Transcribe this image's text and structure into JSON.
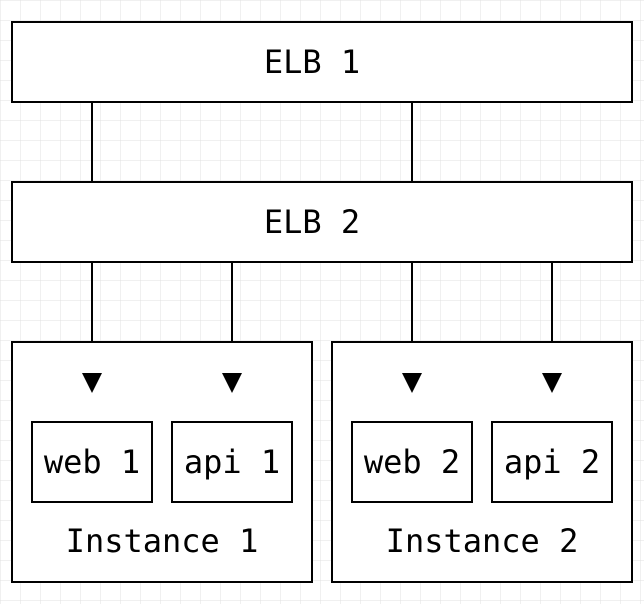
{
  "diagram": {
    "nodes": {
      "elb1": {
        "label": "ELB 1"
      },
      "elb2": {
        "label": "ELB 2"
      },
      "web1": {
        "label": "web 1"
      },
      "api1": {
        "label": "api 1"
      },
      "web2": {
        "label": "web 2"
      },
      "api2": {
        "label": "api 2"
      }
    },
    "groups": {
      "instance1": {
        "label": "Instance 1"
      },
      "instance2": {
        "label": "Instance 2"
      }
    },
    "edges": [
      {
        "from": "elb1",
        "to": "elb2",
        "arrow": false
      },
      {
        "from": "elb1",
        "to": "elb2",
        "arrow": false
      },
      {
        "from": "elb2",
        "to": "web1",
        "arrow": true
      },
      {
        "from": "elb2",
        "to": "api1",
        "arrow": true
      },
      {
        "from": "elb2",
        "to": "web2",
        "arrow": true
      },
      {
        "from": "elb2",
        "to": "api2",
        "arrow": true
      }
    ],
    "colors": {
      "stroke": "#000000",
      "grid": "#e0e0e0",
      "background": "#ffffff"
    }
  }
}
